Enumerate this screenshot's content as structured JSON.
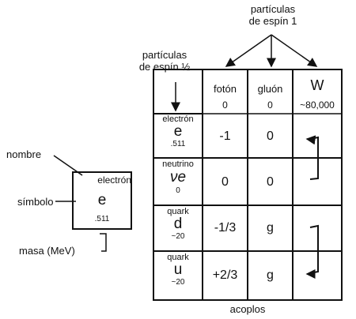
{
  "spin1": {
    "line1": "partículas",
    "line2": "de espín 1"
  },
  "spin_half": {
    "line1": "partículas",
    "line2": "de espín ½"
  },
  "bosons": [
    {
      "name": "fotón",
      "mass": "0"
    },
    {
      "name": "gluón",
      "mass": "0"
    },
    {
      "name": "W",
      "mass": "~80,000"
    }
  ],
  "fermions": [
    {
      "name": "electrón",
      "symbol": "e",
      "mass": ".511",
      "couplings": [
        "-1",
        "0"
      ]
    },
    {
      "name": "neutrino",
      "symbol": "νe",
      "mass": "0",
      "couplings": [
        "0",
        "0"
      ]
    },
    {
      "name": "quark",
      "symbol": "d",
      "mass": "~20",
      "couplings": [
        "-1/3",
        "g"
      ]
    },
    {
      "name": "quark",
      "symbol": "u",
      "mass": "~20",
      "couplings": [
        "+2/3",
        "g"
      ]
    }
  ],
  "legend": {
    "name_label": "nombre",
    "symbol_label": "símbolo",
    "mass_label": "masa (MeV)",
    "box_name": "electrón",
    "box_symbol": "e",
    "box_mass": ".511"
  },
  "footer": "acoplos"
}
